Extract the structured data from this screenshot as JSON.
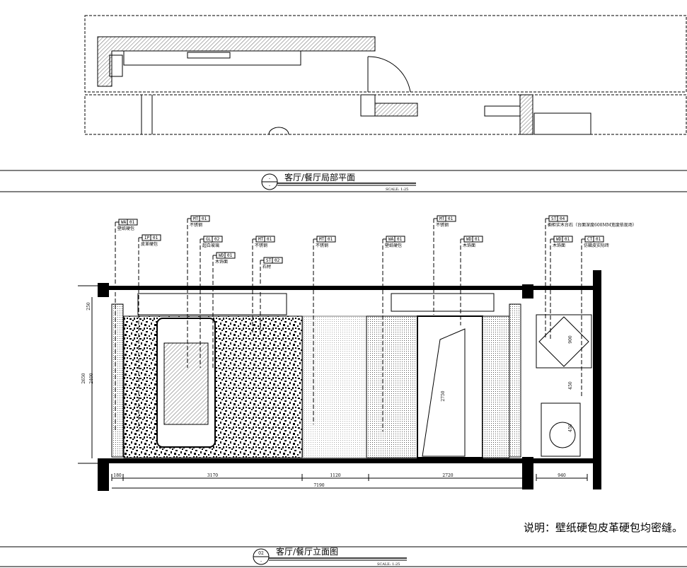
{
  "plan": {
    "number": "-",
    "sub": "-",
    "title": "客厅/餐厅局部平面",
    "scale": "SCALE: 1:25"
  },
  "elevation": {
    "number": "02",
    "sub": "-",
    "title": "客厅/餐厅立面图",
    "scale": "SCALE: 1:25",
    "note": "说明：壁纸硬包皮革硬包均密缝。",
    "callouts": [
      {
        "code": "WA",
        "num": "01",
        "desc": "壁纸硬包"
      },
      {
        "code": "IP",
        "num": "01",
        "desc": "皮革硬包"
      },
      {
        "code": "MT",
        "num": "01",
        "desc": "不锈钢"
      },
      {
        "code": "GL",
        "num": "02",
        "desc": "超白玻璃"
      },
      {
        "code": "WD",
        "num": "01",
        "desc": "木饰面"
      },
      {
        "code": "MT",
        "num": "01",
        "desc": "不锈钢"
      },
      {
        "code": "ST",
        "num": "02",
        "desc": "石材"
      },
      {
        "code": "MT",
        "num": "01",
        "desc": "不锈钢"
      },
      {
        "code": "WA",
        "num": "01",
        "desc": "壁纸硬包"
      },
      {
        "code": "MT",
        "num": "01",
        "desc": "不锈钢"
      },
      {
        "code": "WD",
        "num": "01",
        "desc": "木饰面"
      },
      {
        "code": "ST",
        "num": "04",
        "desc": "橱柜实木台石（台面深度600MM宽度依现场）"
      },
      {
        "code": "WD",
        "num": "01",
        "desc": "木饰面"
      },
      {
        "code": "CT",
        "num": "01",
        "desc": "仿鞣皮实际砖"
      }
    ],
    "dimensions": {
      "horizontal": [
        "180",
        "3170",
        "1120",
        "2720",
        "940"
      ],
      "total": "7190",
      "vertical": [
        "250",
        "2650",
        "2400",
        "2750",
        "900",
        "450",
        "450"
      ]
    }
  }
}
